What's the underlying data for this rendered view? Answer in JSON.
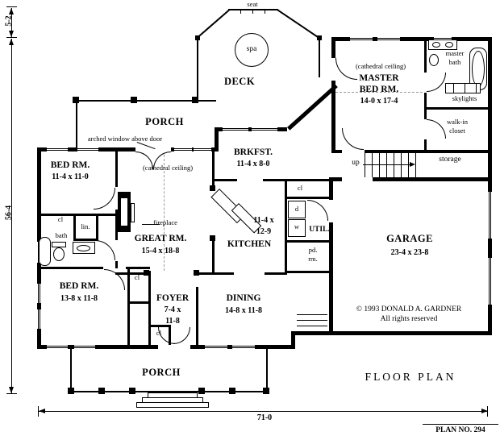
{
  "title": {
    "floor_plan": "FLOOR PLAN",
    "plan_no": "PLAN NO. 294"
  },
  "copyright": {
    "line1": "© 1993 DONALD A. GARDNER",
    "line2": "All rights reserved"
  },
  "dimensions": {
    "overall_width": "71-0",
    "overall_height": "56-4",
    "deck_depth": "5-2"
  },
  "outdoor": {
    "deck": "DECK",
    "porch_rear": "PORCH",
    "porch_front": "PORCH",
    "seat": "seat",
    "spa": "spa"
  },
  "notes": {
    "arched_window": "arched window above door",
    "cathedral_ceiling": "(cathedral ceiling)",
    "up": "up",
    "skylights": "skylights",
    "fireplace": "fireplace"
  },
  "rooms": {
    "master": {
      "name1": "MASTER",
      "name2": "BED RM.",
      "size": "14-0 x 17-4"
    },
    "master_bath": {
      "name1": "master",
      "name2": "bath"
    },
    "walk_in_closet": {
      "name1": "walk-in",
      "name2": "closet"
    },
    "storage": {
      "name": "storage"
    },
    "breakfast": {
      "name": "BRKFST.",
      "size": "11-4 x 8-0"
    },
    "kitchen": {
      "name": "KITCHEN",
      "size1": "11-4 x",
      "size2": "12-9"
    },
    "utility": {
      "name": "UTIL."
    },
    "powder": {
      "name1": "pd.",
      "name2": "rm."
    },
    "garage": {
      "name": "GARAGE",
      "size": "23-4 x 23-8"
    },
    "great": {
      "name": "GREAT RM.",
      "size": "15-4 x 18-8"
    },
    "dining": {
      "name": "DINING",
      "size": "14-8 x 11-8"
    },
    "foyer": {
      "name": "FOYER",
      "size1": "7-4 x",
      "size2": "11-8"
    },
    "bed1": {
      "name": "BED RM.",
      "size": "11-4 x 11-0"
    },
    "bed2": {
      "name": "BED RM.",
      "size": "13-8 x 11-8"
    },
    "bath": {
      "name": "bath"
    },
    "linen": {
      "name": "lin."
    },
    "closet": {
      "name": "cl"
    },
    "dryer": {
      "name": "d"
    },
    "washer": {
      "name": "w"
    }
  }
}
